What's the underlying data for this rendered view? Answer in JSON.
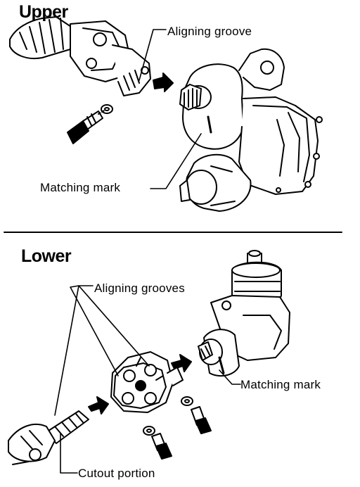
{
  "upper": {
    "heading": "Upper",
    "labels": {
      "aligning_groove": "Aligning groove",
      "matching_mark": "Matching mark"
    }
  },
  "lower": {
    "heading": "Lower",
    "labels": {
      "aligning_grooves": "Aligning grooves",
      "matching_mark": "Matching mark",
      "cutout_portion": "Cutout portion"
    }
  },
  "colors": {
    "ink": "#000000",
    "paper": "#ffffff"
  }
}
